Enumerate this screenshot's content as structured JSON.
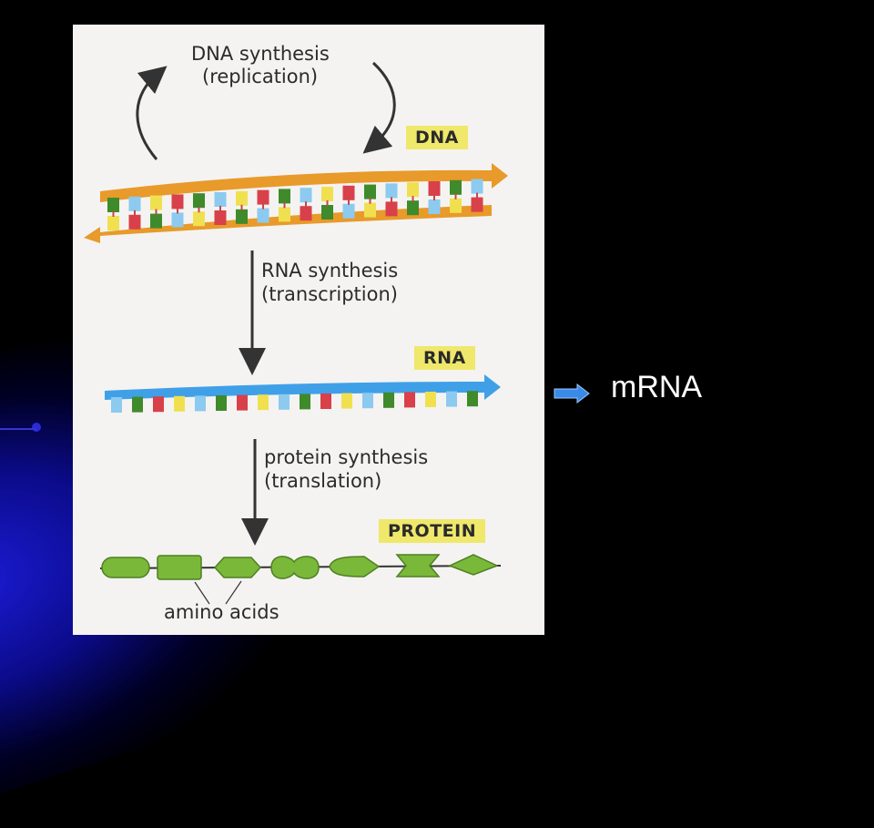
{
  "figure": {
    "dna_synthesis": "DNA synthesis",
    "replication": "(replication)",
    "dna_tag": "DNA",
    "rna_synthesis": "RNA synthesis",
    "transcription": "(transcription)",
    "rna_tag": "RNA",
    "protein_synthesis": "protein synthesis",
    "translation": "(translation)",
    "protein_tag": "PROTEIN",
    "amino_acids": "amino acids"
  },
  "side_note": {
    "label": "mRNA"
  },
  "colors": {
    "strand": "#e89a2a",
    "rna_strand": "#3fa0e8",
    "base_green": "#3f8a2a",
    "base_red": "#d8404a",
    "base_yellow": "#f0e050",
    "base_blue": "#8ccaf0",
    "amino_acid": "#7ab83a",
    "tag_yellow": "#efe86b",
    "pointer_arrow": "#3a8ae8"
  }
}
